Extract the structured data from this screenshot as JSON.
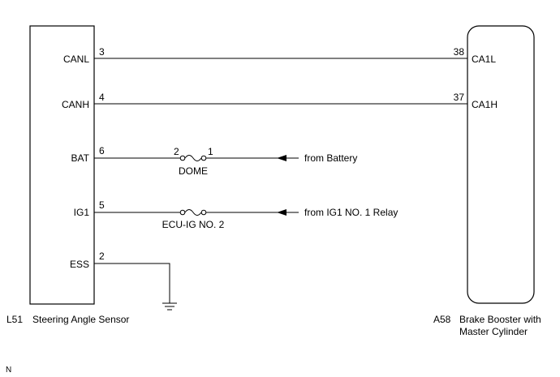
{
  "left_component": {
    "code": "L51",
    "name": "Steering Angle Sensor",
    "pins": [
      {
        "label": "CANL",
        "number": "3"
      },
      {
        "label": "CANH",
        "number": "4"
      },
      {
        "label": "BAT",
        "number": "6"
      },
      {
        "label": "IG1",
        "number": "5"
      },
      {
        "label": "ESS",
        "number": "2"
      }
    ]
  },
  "right_component": {
    "code": "A58",
    "name_line1": "Brake Booster with",
    "name_line2": "Master Cylinder",
    "pins": [
      {
        "label": "CA1L",
        "number": "38"
      },
      {
        "label": "CA1H",
        "number": "37"
      }
    ]
  },
  "fuses": [
    {
      "name": "DOME",
      "pin_left": "2",
      "pin_right": "1",
      "source": "from Battery"
    },
    {
      "name": "ECU-IG NO. 2",
      "source": "from IG1 NO. 1 Relay"
    }
  ],
  "footer_mark": "N"
}
